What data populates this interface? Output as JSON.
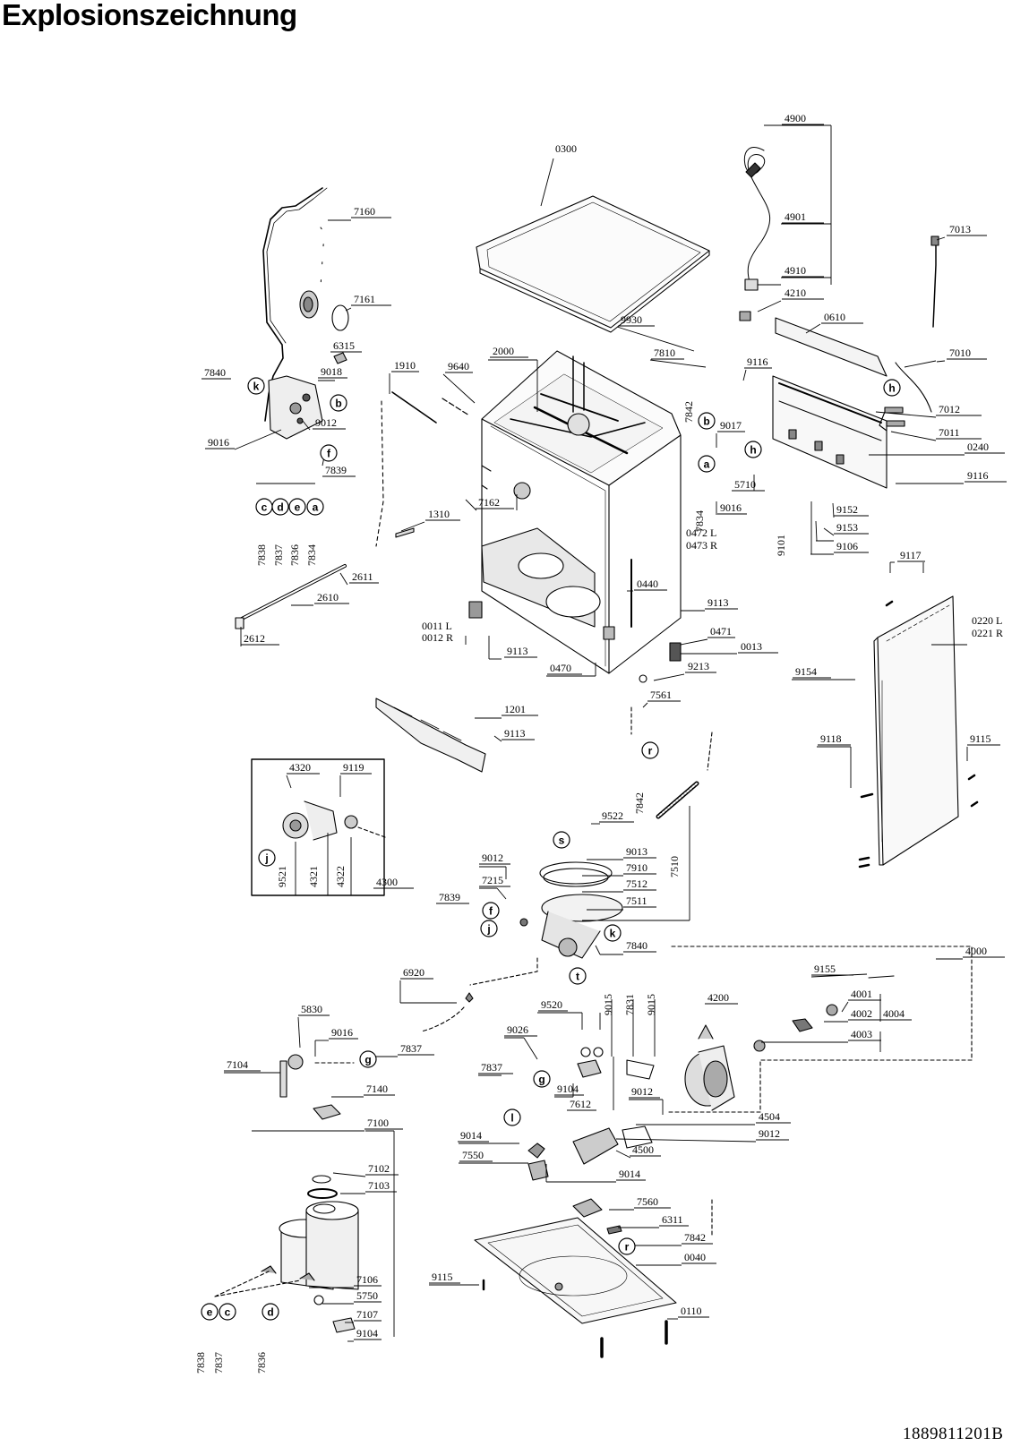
{
  "title": "Explosionszeichnung",
  "document_number": "1889811201B",
  "part_labels": [
    "4900",
    "4901",
    "4910",
    "0300",
    "7160",
    "7161",
    "7013",
    "4210",
    "0610",
    "9930",
    "6315",
    "2000",
    "7810",
    "7010",
    "7840",
    "9018",
    "1910",
    "9640",
    "9116",
    "7842",
    "7012",
    "7011",
    "0240",
    "9012",
    "9016",
    "7839",
    "9017",
    "5710",
    "9116",
    "7834",
    "7162",
    "9016",
    "9152",
    "9101",
    "9153",
    "9106",
    "1310",
    "7838",
    "7837",
    "7836",
    "7834",
    "0472 L",
    "0473 R",
    "2611",
    "2610",
    "9117",
    "0440",
    "9113",
    "0220 L",
    "0221 R",
    "2612",
    "0011 L",
    "0012 R",
    "0471",
    "9113",
    "0013",
    "0470",
    "9213",
    "9154",
    "7561",
    "1201",
    "9113",
    "9118",
    "9115",
    "4320",
    "9119",
    "7842",
    "9522",
    "4300",
    "9521",
    "4321",
    "4322",
    "9012",
    "9013",
    "7910",
    "7215",
    "7512",
    "7510",
    "7839",
    "7511",
    "7840",
    "4000",
    "6920",
    "9155",
    "4001",
    "4200",
    "4002",
    "4004",
    "5830",
    "9520",
    "4003",
    "9015",
    "7831",
    "9015",
    "9026",
    "9016",
    "7837",
    "7104",
    "7837",
    "9104",
    "7612",
    "9012",
    "7140",
    "4504",
    "7100",
    "9014",
    "9012",
    "4500",
    "7550",
    "9014",
    "7102",
    "7103",
    "7560",
    "6311",
    "7842",
    "0040",
    "9115",
    "7106",
    "5750",
    "7107",
    "0110",
    "9104",
    "7838",
    "7837",
    "7836"
  ],
  "callouts": [
    "k",
    "b",
    "f",
    "c",
    "d",
    "e",
    "a",
    "b",
    "a",
    "h",
    "h",
    "r",
    "s",
    "j",
    "f",
    "j",
    "k",
    "t",
    "g",
    "g",
    "l",
    "r",
    "e",
    "c",
    "d"
  ]
}
